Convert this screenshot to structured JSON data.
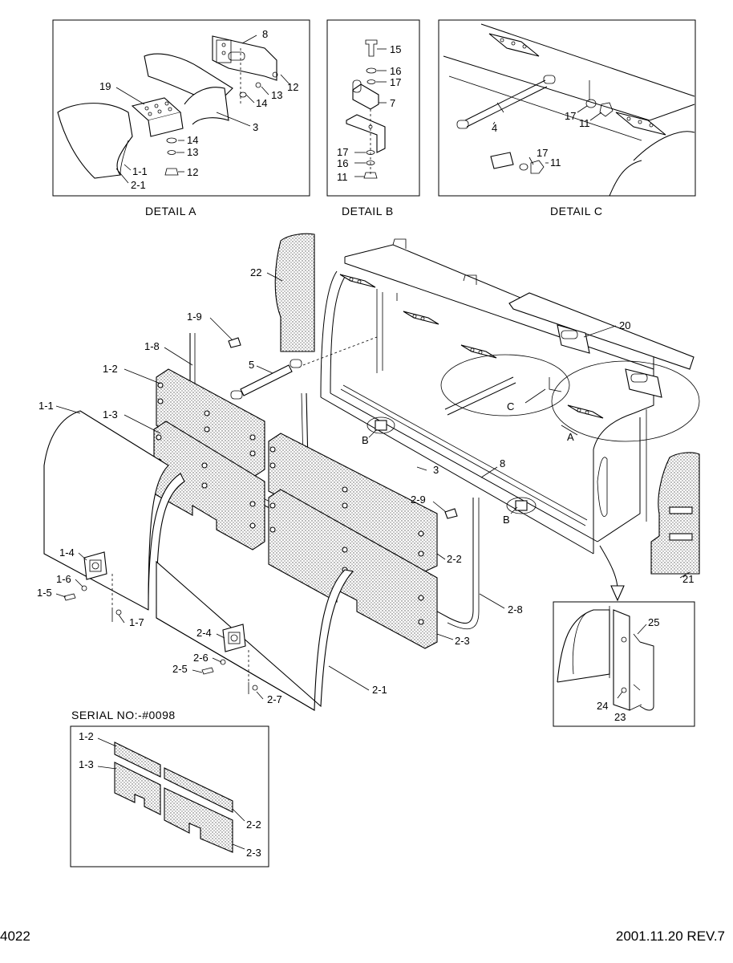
{
  "details": [
    {
      "caption": "DETAIL  A"
    },
    {
      "caption": "DETAIL  B"
    },
    {
      "caption": "DETAIL  C"
    }
  ],
  "serial_note": "SERIAL NO:-#0098",
  "footer": {
    "page_number": "4022",
    "revision": "2001.11.20 REV.7"
  },
  "callouts": {
    "a_8": "8",
    "a_19": "19",
    "a_12a": "12",
    "a_14a": "14",
    "a_13a": "13",
    "a_3": "3",
    "a_14b": "14",
    "a_13b": "13",
    "a_12b": "12",
    "a_1_1": "1-1",
    "a_2_1": "2-1",
    "b_15": "15",
    "b_16a": "16",
    "b_17a": "17",
    "b_7": "7",
    "b_17b": "17",
    "b_16b": "16",
    "b_11": "11",
    "c_17a": "17",
    "c_11a": "11",
    "c_4": "4",
    "c_17b": "17",
    "c_11b": "11",
    "m_22": "22",
    "m_20": "20",
    "m_1_9": "1-9",
    "m_1_8": "1-8",
    "m_5": "5",
    "m_1_2": "1-2",
    "m_1_1": "1-1",
    "m_1_3": "1-3",
    "m_b1": "B",
    "m_c": "C",
    "m_a": "A",
    "m_3": "3",
    "m_8": "8",
    "m_b2": "B",
    "m_2_9": "2-9",
    "m_2_2": "2-2",
    "m_2_8": "2-8",
    "m_2_3": "2-3",
    "m_21": "21",
    "m_1_4": "1-4",
    "m_1_6": "1-6",
    "m_1_5": "1-5",
    "m_1_7": "1-7",
    "m_2_4": "2-4",
    "m_2_6": "2-6",
    "m_2_5": "2-5",
    "m_2_7": "2-7",
    "m_2_1": "2-1",
    "d_25": "25",
    "d_24": "24",
    "d_23": "23",
    "s_1_2": "1-2",
    "s_1_3": "1-3",
    "s_2_2": "2-2",
    "s_2_3": "2-3"
  }
}
